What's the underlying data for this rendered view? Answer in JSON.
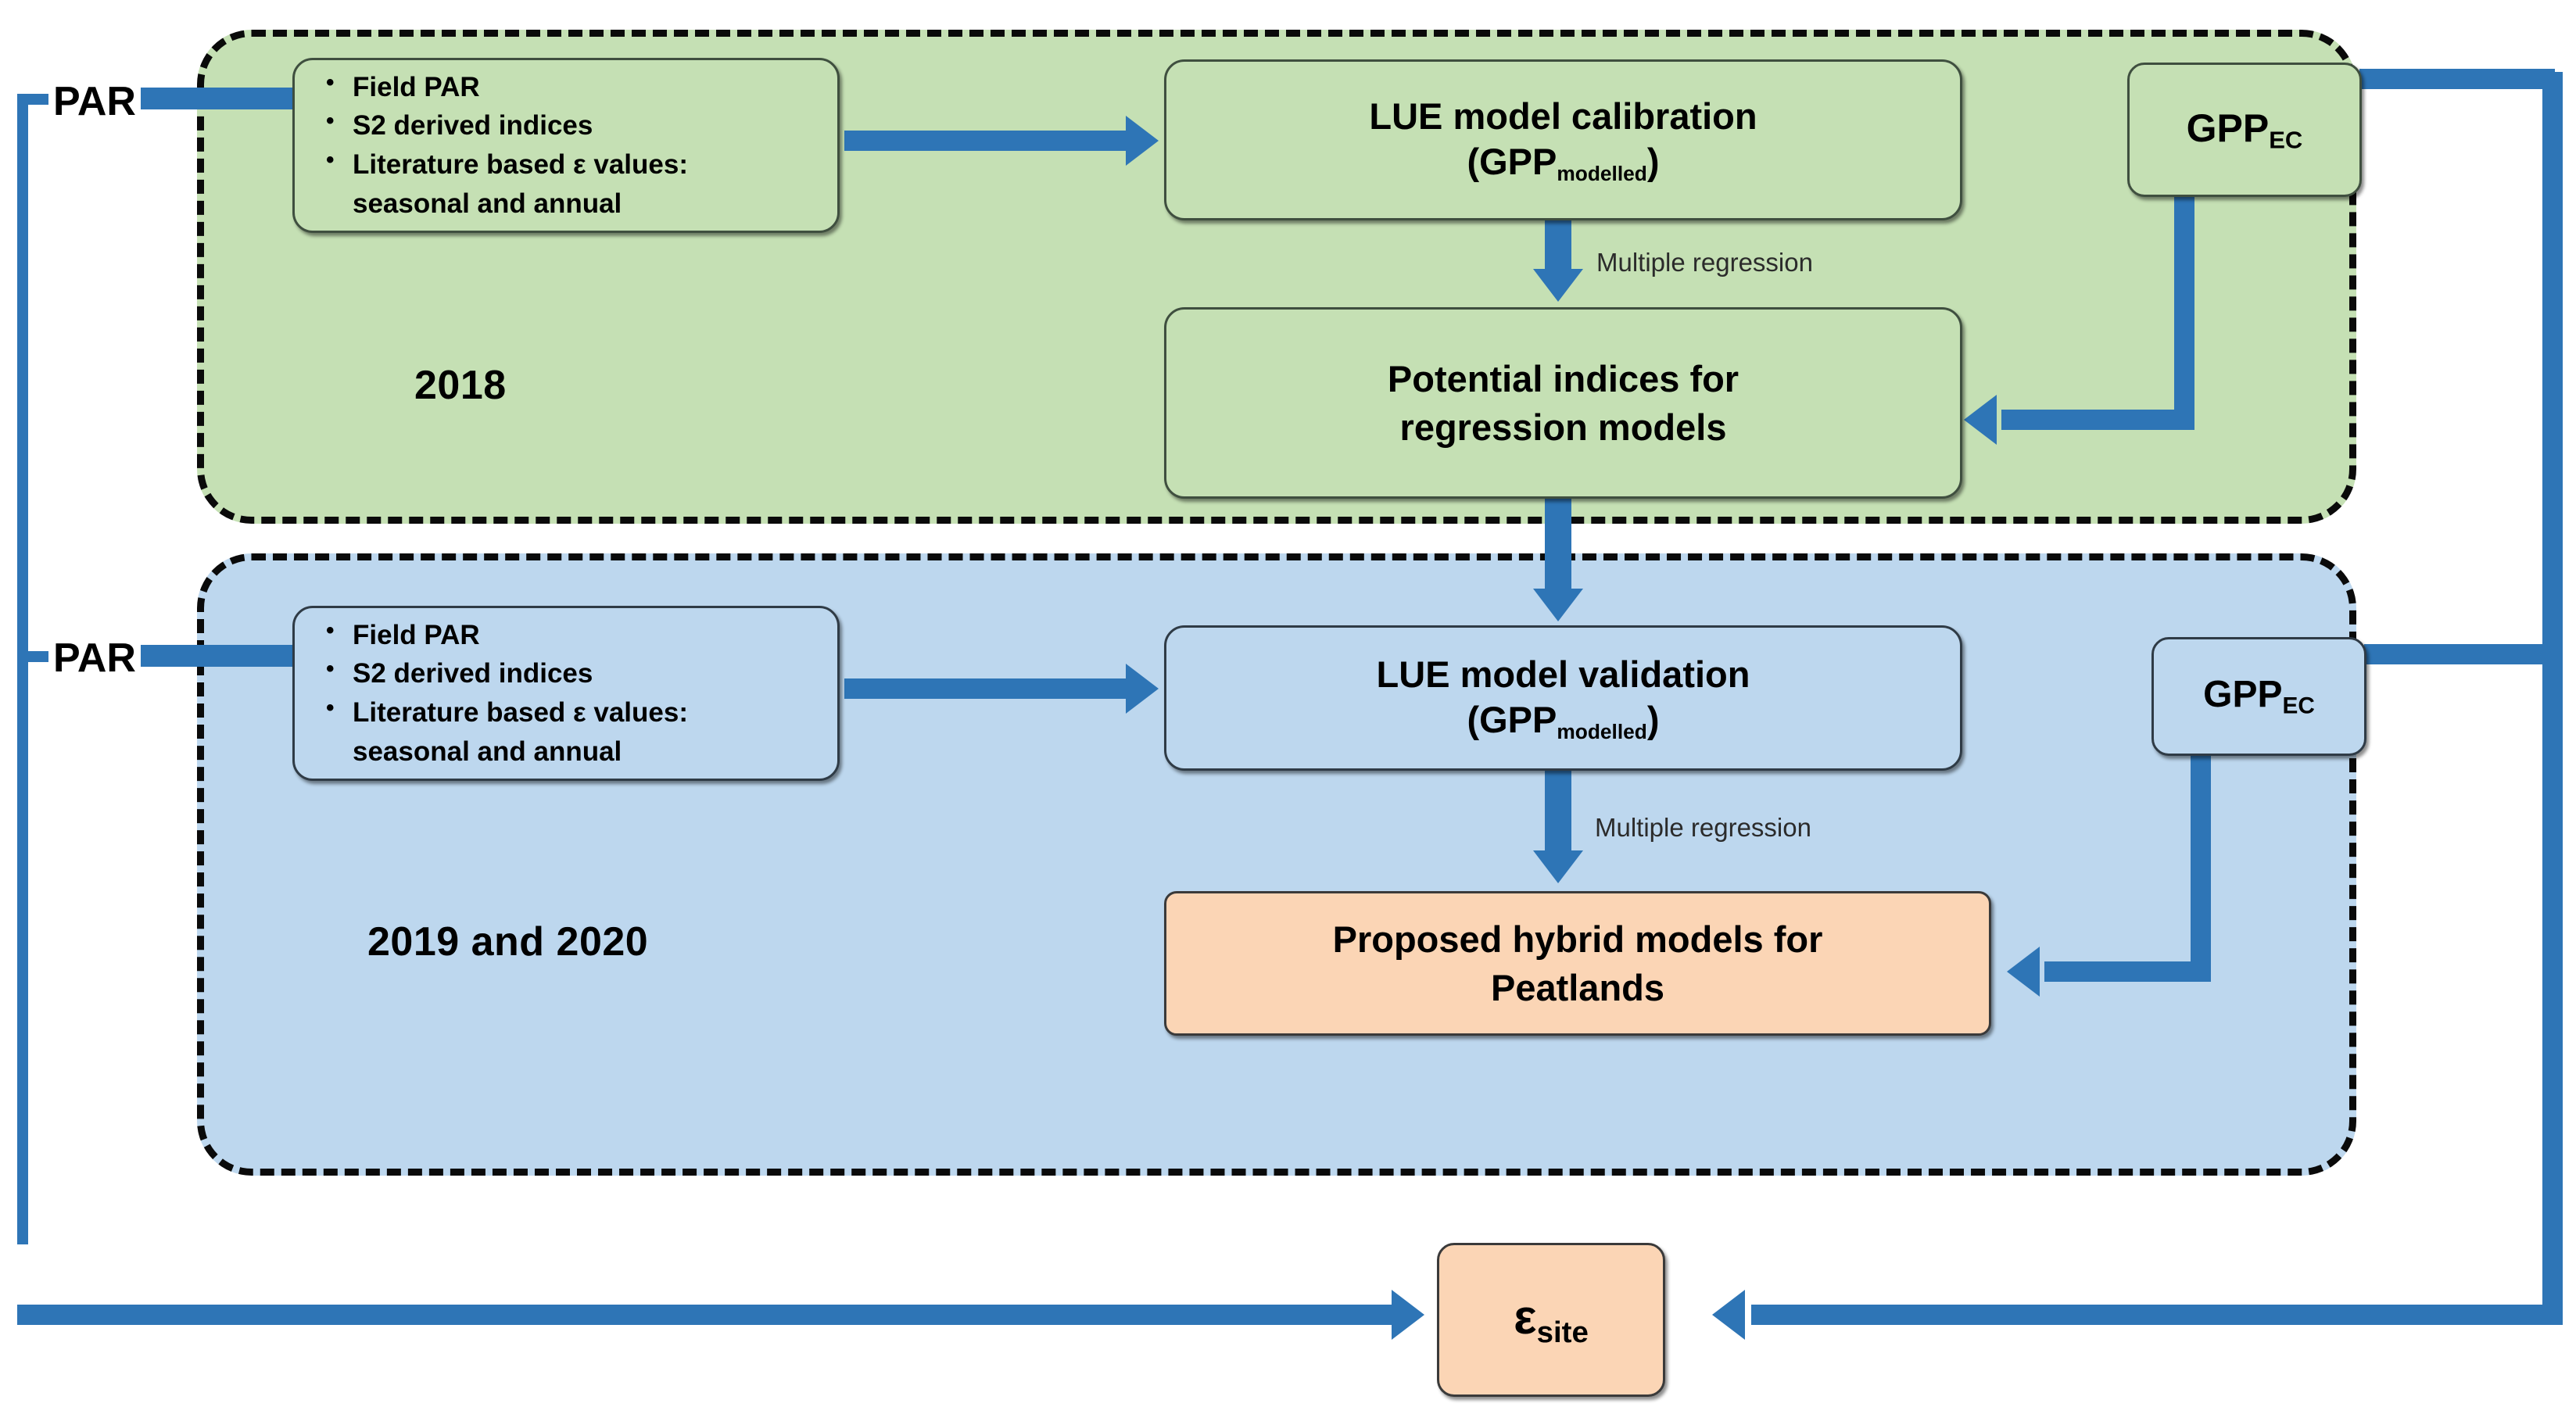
{
  "diagram": {
    "title": "LUE model calibration and validation workflow for peatlands",
    "colors": {
      "green_region": "#c5e0b4",
      "blue_region": "#bdd7ee",
      "orange_box": "#fbd5b5",
      "arrow_blue": "#2e75b6",
      "dashed_border": "#0a0a0a"
    }
  },
  "regions": {
    "calibration": {
      "year_label": "2018"
    },
    "validation": {
      "year_label": "2019 and  2020"
    }
  },
  "external_labels": {
    "par_top": "PAR",
    "par_bottom": "PAR"
  },
  "inputs_2018": {
    "bullets": [
      "Field PAR",
      "S2 derived indices",
      "Literature based ε values:",
      "seasonal and annual"
    ]
  },
  "inputs_2019": {
    "bullets": [
      "Field PAR",
      "S2 derived indices",
      "Literature based ε values:",
      "seasonal and annual"
    ]
  },
  "nodes": {
    "lue_calibration": {
      "line1": "LUE model calibration",
      "line2_pre": "(GPP",
      "line2_sub": "modelled",
      "line2_post": ")"
    },
    "lue_validation": {
      "line1": "LUE model validation",
      "line2_pre": "(GPP",
      "line2_sub": "modelled",
      "line2_post": ")"
    },
    "potential_indices": {
      "line1": "Potential indices for",
      "line2": "regression models"
    },
    "hybrid_models": {
      "line1": "Proposed hybrid models for",
      "line2": "Peatlands"
    },
    "gpp_ec_top": {
      "main": "GPP",
      "sub": "EC"
    },
    "gpp_ec_bottom": {
      "main": "GPP",
      "sub": "EC"
    },
    "epsilon_site": {
      "main": "ε",
      "sub": "site"
    }
  },
  "edge_labels": {
    "multiple_regression_top": "Multiple regression",
    "multiple_regression_bottom": "Multiple regression"
  }
}
